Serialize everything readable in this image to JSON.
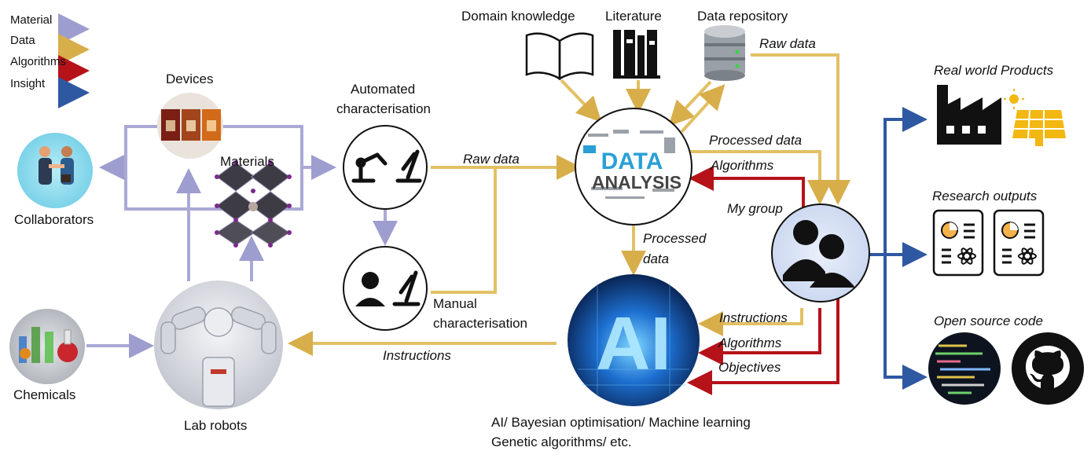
{
  "legend": {
    "items": [
      {
        "label": "Material",
        "color": "#aaa9d6"
      },
      {
        "label": "Data",
        "color": "#e2c064"
      },
      {
        "label": "Algorithms",
        "color": "#b5121a"
      },
      {
        "label": "Insight",
        "color": "#2f58a2"
      }
    ]
  },
  "nodes": {
    "devices": "Devices",
    "materials": "Materials",
    "collaborators": "Collaborators",
    "chemicals": "Chemicals",
    "lab_robots": "Lab robots",
    "automated_line1": "Automated",
    "automated_line2": "characterisation",
    "manual_line1": "Manual",
    "manual_line2": "characterisation",
    "domain_knowledge": "Domain knowledge",
    "literature": "Literature",
    "data_repository": "Data repository",
    "my_group": "My group",
    "ai_line1": "AI/ Bayesian optimisation/ Machine learning",
    "ai_line2": "Genetic algorithms/ etc.",
    "real_world": "Real world Products",
    "research_outputs": "Research outputs",
    "open_source": "Open source code"
  },
  "flow_labels": {
    "raw_data_char": "Raw data",
    "raw_data_repo": "Raw data",
    "processed_data_group": "Processed data",
    "algorithms_group": "Algorithms",
    "processed_data_ai_1": "Processed",
    "processed_data_ai_2": "data",
    "instructions_group": "Instructions",
    "algorithms_ai": "Algorithms",
    "objectives": "Objectives",
    "instructions_robots": "Instructions"
  },
  "data_analysis_art": {
    "main": "DATA",
    "sub": "ANALYSIS"
  },
  "ai_art": "AI",
  "colors": {
    "material": "#aaa9d6",
    "data": "#e2c064",
    "algorithms": "#b5121a",
    "insight": "#2f58a2"
  }
}
